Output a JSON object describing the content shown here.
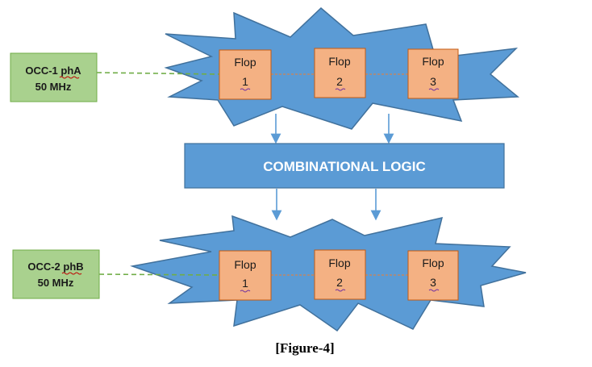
{
  "clock_top": {
    "line1": "OCC-1 phA",
    "line2": "50 MHz"
  },
  "clock_bottom": {
    "line1": "OCC-2 phB",
    "line2": "50 MHz"
  },
  "top_flops": [
    {
      "word": "Flop",
      "num": "1"
    },
    {
      "word": "Flop",
      "num": "2"
    },
    {
      "word": "Flop",
      "num": "3"
    }
  ],
  "bottom_flops": [
    {
      "word": "Flop",
      "num": "1"
    },
    {
      "word": "Flop",
      "num": "2"
    },
    {
      "word": "Flop",
      "num": "3"
    }
  ],
  "logic_label": "COMBINATIONAL LOGIC",
  "caption": "[Figure-4]",
  "colors": {
    "burst_fill": "#5b9bd5",
    "burst_stroke": "#41719c",
    "clock_fill": "#a9d18e",
    "clock_stroke": "#70ad47",
    "flop_fill": "#f4b183",
    "flop_stroke": "#c55a11",
    "logic_fill": "#5b9bd5",
    "arrow": "#5b9bd5",
    "dash_green": "#70ad47",
    "dash_orange": "#ed7d31"
  }
}
